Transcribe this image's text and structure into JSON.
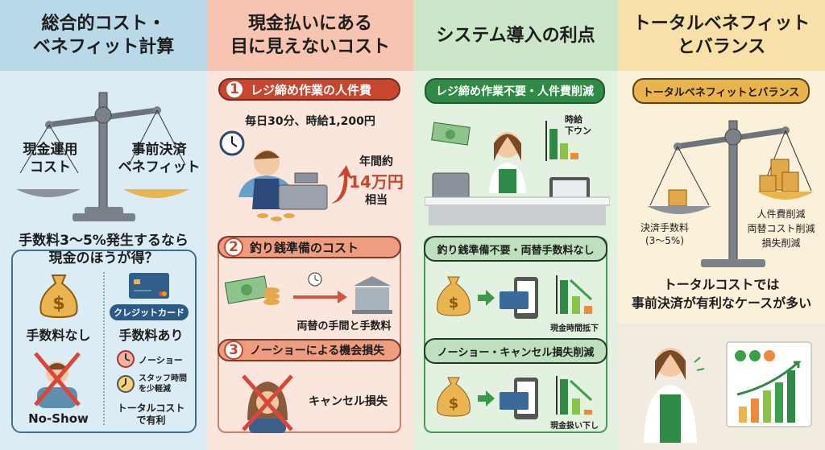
{
  "columns": [
    {
      "title": "総合的コスト・\nベネフィット計算",
      "scale_left": "現金運用\nコスト",
      "scale_right": "事前決済\nベネフィット",
      "question": "手数料3〜5%発生するなら\n現金のほうが得？",
      "cash_label": "手数料なし",
      "card_badge": "クレジットカード",
      "card_label": "手数料あり",
      "noshow_label": "No-Show",
      "clock1_label": "ノーショー",
      "clock2_label": "スタッフ時間\nを少軽減",
      "total_label": "トータルコスト\nで有利"
    },
    {
      "title": "現金払いにある\n目に見えないコスト",
      "s1": {
        "num": "1",
        "title": "レジ締め作業の人件費",
        "detail": "毎日30分、時給1,200円",
        "annual_prefix": "年間約",
        "amount": "14万円",
        "suffix": "相当"
      },
      "s2": {
        "num": "2",
        "title": "釣り銭準備のコスト",
        "caption": "両替の手間と手数料"
      },
      "s3": {
        "num": "3",
        "title": "ノーショーによる機会損失",
        "caption": "キャンセル損失"
      }
    },
    {
      "title": "システム導入の利点",
      "s1": {
        "title": "レジ締め作業不要・人件費削減",
        "chart_label": "時給\n下ウン"
      },
      "s2": {
        "title": "釣り銭準備不要・両替手数料なし",
        "caption": "現金時間抵下"
      },
      "s3": {
        "title": "ノーショー・キャンセル損失削減",
        "caption": "現金扱い下し"
      }
    },
    {
      "title": "トータルベネフィット\nとバランス",
      "badge": "トータルベネフィットとバランス",
      "left_label": "決済手数料\n(3〜5%)",
      "right_labels": [
        "人件費削減",
        "両替コスト削減",
        "損失削減"
      ],
      "conclusion": "トータルコストでは\n事前決済が有利なケースが多い"
    }
  ],
  "colors": {
    "blue_header": "#b9d8e8",
    "salmon_header": "#f6c4b0",
    "green_header": "#cbe6c9",
    "yellow_header": "#f8e1a9",
    "red": "#c8452e",
    "green": "#2f8a45",
    "gold": "#e9b44c"
  }
}
